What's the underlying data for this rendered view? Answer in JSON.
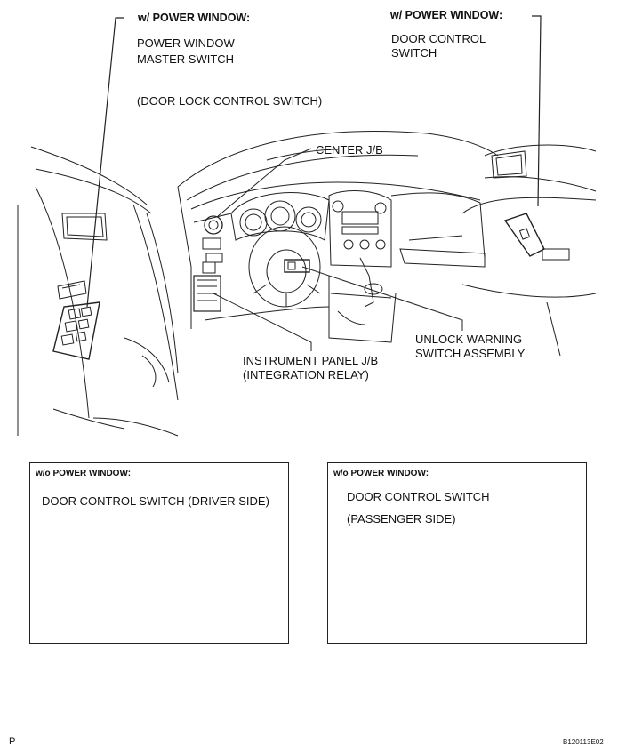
{
  "top_left": {
    "heading": "w/ POWER WINDOW:",
    "line1": "POWER WINDOW",
    "line2": "MASTER SWITCH",
    "line3": "(DOOR LOCK CONTROL SWITCH)"
  },
  "top_right": {
    "heading": "w/ POWER WINDOW:",
    "line1": "DOOR CONTROL",
    "line2": "SWITCH"
  },
  "callouts": {
    "center_jb": "CENTER J/B",
    "unlock_line1": "UNLOCK WARNING",
    "unlock_line2": "SWITCH ASSEMBLY",
    "ip_line1": "INSTRUMENT PANEL J/B",
    "ip_line2": "(INTEGRATION RELAY)"
  },
  "box_left": {
    "heading": "w/o POWER WINDOW:",
    "text": "DOOR CONTROL SWITCH (DRIVER SIDE)"
  },
  "box_right": {
    "heading": "w/o POWER WINDOW:",
    "line1": "DOOR CONTROL SWITCH",
    "line2": "(PASSENGER SIDE)"
  },
  "footer": {
    "left": "P",
    "right": "B120113E02"
  }
}
